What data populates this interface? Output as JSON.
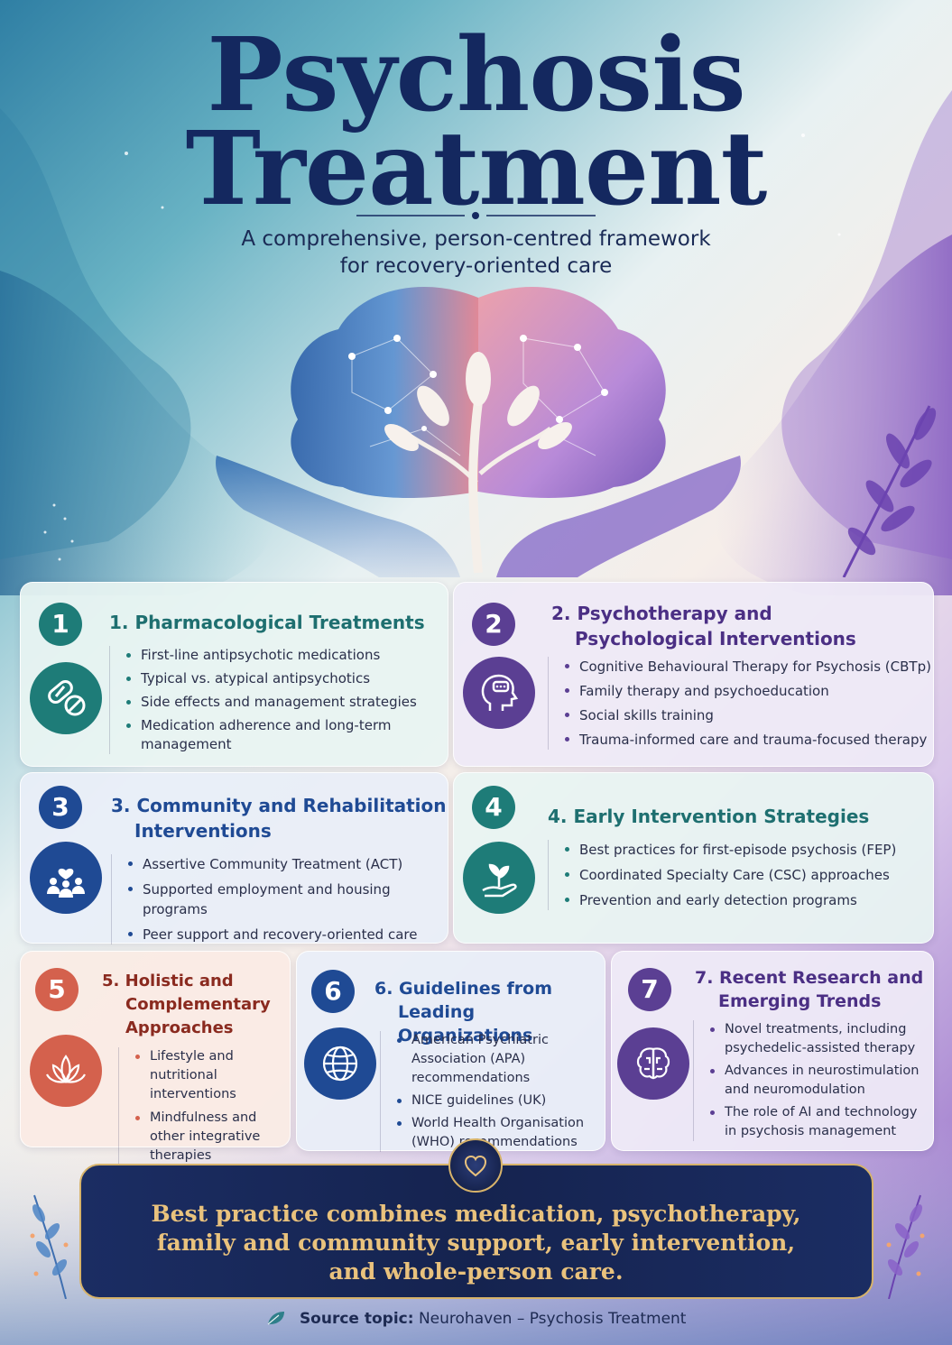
{
  "header": {
    "title_line1": "Psychosis",
    "title_line2": "Treatment",
    "subtitle_line1": "A comprehensive, person-centred framework",
    "subtitle_line2": "for recovery-oriented care"
  },
  "colors": {
    "navy": "#14285f",
    "teal": "#1e7c78",
    "purple": "#5b3f93",
    "blue": "#1f4a94",
    "coral": "#d4614d",
    "gold": "#e9c27d"
  },
  "cards": [
    {
      "number": "1",
      "title_line1": "1. Pharmacological Treatments",
      "icon": "pill-icon",
      "items": [
        "First-line antipsychotic medications",
        "Typical vs. atypical antipsychotics",
        "Side effects and management strategies",
        "Medication adherence and long-term management"
      ]
    },
    {
      "number": "2",
      "title_line1": "2. Psychotherapy and",
      "title_line2": "Psychological Interventions",
      "icon": "head-chat-icon",
      "items": [
        "Cognitive Behavioural Therapy for Psychosis (CBTp)",
        "Family therapy and psychoeducation",
        "Social skills training",
        "Trauma-informed care and trauma-focused therapy"
      ]
    },
    {
      "number": "3",
      "title_line1": "3. Community and Rehabilitation",
      "title_line2": "Interventions",
      "icon": "community-icon",
      "items": [
        "Assertive Community Treatment (ACT)",
        "Supported employment and housing programs",
        "Peer support and recovery-oriented care"
      ]
    },
    {
      "number": "4",
      "title_line1": "4. Early Intervention Strategies",
      "icon": "sprout-hand-icon",
      "items": [
        "Best practices for first-episode psychosis (FEP)",
        "Coordinated Specialty Care (CSC) approaches",
        "Prevention and early detection programs"
      ]
    },
    {
      "number": "5",
      "title_line1": "5. Holistic and",
      "title_line2": "Complementary",
      "title_line3": "Approaches",
      "icon": "lotus-icon",
      "items": [
        "Lifestyle and nutritional interventions",
        "Mindfulness and other integrative therapies"
      ]
    },
    {
      "number": "6",
      "title_line1": "6. Guidelines from",
      "title_line2": "Leading Organizations",
      "icon": "globe-icon",
      "items": [
        "American Psychiatric Association (APA) recommendations",
        "NICE guidelines (UK)",
        "World Health Organisation (WHO) recommendations"
      ]
    },
    {
      "number": "7",
      "title_line1": "7. Recent Research and",
      "title_line2": "Emerging Trends",
      "icon": "brain-circuit-icon",
      "items": [
        "Novel treatments, including psychedelic-assisted therapy",
        "Advances in neurostimulation and neuromodulation",
        "The role of AI and technology in psychosis management"
      ]
    }
  ],
  "banner": {
    "line1": "Best practice combines medication, psychotherapy,",
    "line2": "family and community support, early intervention,",
    "line3": "and whole-person care.",
    "icon": "heart-icon"
  },
  "footer": {
    "source_label": "Source topic:",
    "source_value": "Neurohaven – Psychosis Treatment",
    "icon": "leaf-icon"
  }
}
